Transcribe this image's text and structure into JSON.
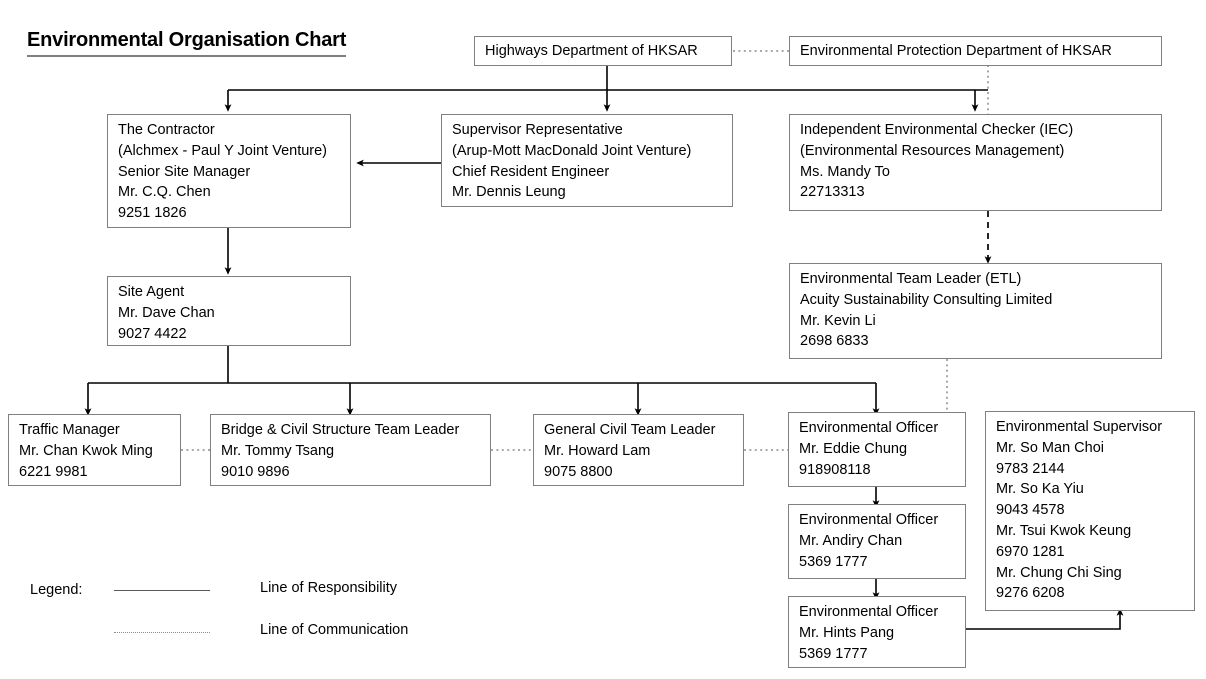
{
  "title": "Environmental Organisation Chart",
  "nodes": {
    "highways": {
      "text": "Highways Department of HKSAR"
    },
    "epd": {
      "text": "Environmental Protection Department of HKSAR"
    },
    "contractor": {
      "text": "The Contractor\n(Alchmex - Paul Y Joint Venture)\nSenior Site Manager\nMr. C.Q. Chen\n9251 1826"
    },
    "supervisor": {
      "text": "Supervisor Representative\n(Arup-Mott MacDonald Joint Venture)\nChief Resident Engineer\nMr. Dennis Leung"
    },
    "iec": {
      "text": "Independent Environmental Checker (IEC)\n(Environmental Resources Management)\nMs. Mandy To\n22713313"
    },
    "site_agent": {
      "text": "Site Agent\nMr. Dave Chan\n9027 4422"
    },
    "etl": {
      "text": "Environmental Team Leader (ETL)\nAcuity Sustainability Consulting Limited\nMr. Kevin Li\n2698 6833"
    },
    "traffic_manager": {
      "text": "Traffic Manager\nMr. Chan Kwok Ming\n6221 9981"
    },
    "bridge_civil": {
      "text": "Bridge & Civil Structure Team Leader\nMr. Tommy Tsang\n9010 9896"
    },
    "general_civil": {
      "text": "General Civil Team Leader\nMr. Howard Lam\n9075 8800"
    },
    "eo_1": {
      "text": "Environmental Officer\nMr. Eddie Chung\n918908118"
    },
    "eo_2": {
      "text": "Environmental Officer\nMr. Andiry Chan\n5369 1777"
    },
    "eo_3": {
      "text": "Environmental Officer\nMr. Hints Pang\n5369 1777"
    },
    "env_supervisor": {
      "text": "Environmental Supervisor\nMr. So Man Choi\n9783 2144\nMr. So Ka Yiu\n9043 4578\nMr. Tsui Kwok Keung\n6970 1281\nMr. Chung Chi Sing\n9276 6208"
    }
  },
  "legend": {
    "label": "Legend:",
    "responsibility": "Line of Responsibility",
    "communication": "Line of Communication"
  },
  "colors": {
    "box_border": "#808080",
    "line": "#000000",
    "dotted_line": "#8c8c8c",
    "title_rule": "#7f7f7f",
    "background": "#ffffff"
  }
}
